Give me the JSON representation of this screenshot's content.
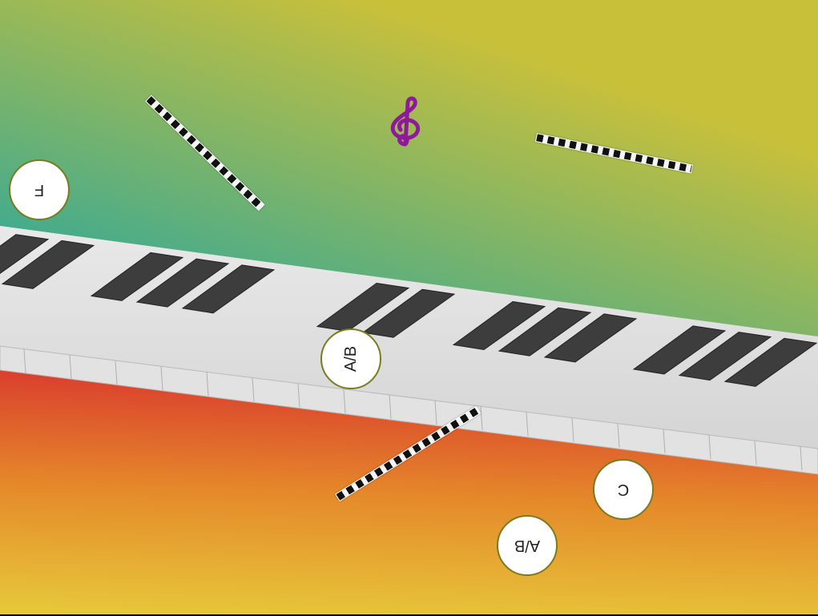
{
  "colors": {
    "sky_top": "#c9c03a",
    "sky_green": "#2fa89a",
    "sky_blue": "#2e5fbd",
    "floor_red": "#d93a2e",
    "floor_orange": "#e58a2a",
    "floor_yellow": "#e6c73a",
    "clef": "#8e1a9a",
    "token_border": "#7a7a1e"
  },
  "icons": {
    "clef": "treble-clef-icon"
  },
  "tokens": [
    {
      "id": "f",
      "label": "F",
      "orientation": "upside-down"
    },
    {
      "id": "ab-1",
      "label": "A/B",
      "orientation": "rotated-left"
    },
    {
      "id": "c",
      "label": "C",
      "orientation": "upside-down"
    },
    {
      "id": "ab-2",
      "label": "A/B",
      "orientation": "upside-down"
    }
  ],
  "bars": [
    {
      "id": "bar-top-left"
    },
    {
      "id": "bar-top-right"
    },
    {
      "id": "bar-bottom"
    }
  ]
}
